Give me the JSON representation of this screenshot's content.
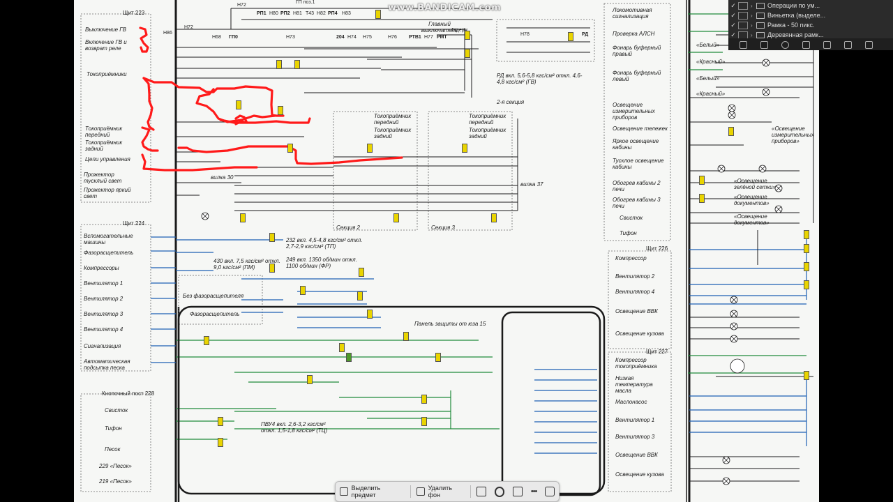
{
  "watermark": "www.BANDICAM.com",
  "diagram": {
    "left_panel_title": "Щит",
    "left_panel_num": "223",
    "left_labels": [
      "Выключение ГВ",
      "Включение ГВ и возврат реле",
      "Токоприёмники",
      "Токоприёмник передний",
      "Токоприёмник задний",
      "Цепи управления",
      "Прожектор тусклый свет",
      "Прожектор яркий свет"
    ],
    "left_panel2_title": "Щит",
    "left_panel2_num": "224",
    "left_labels2": [
      "Вспомогательные машины",
      "Фазорасщепитель",
      "Компрессоры",
      "Вентилятор 1",
      "Вентилятор 2",
      "Вентилятор 3",
      "Вентилятор 4",
      "Сигнализация",
      "Автоматическая подсыпка песка"
    ],
    "post_title": "Кнопочный пост 228",
    "post_labels": [
      "Свисток",
      "Тифон",
      "Песок"
    ],
    "bottom_labels": [
      "229 «Песок»",
      "219 «Песок»"
    ],
    "panel227": "Щит 227",
    "faz_labels": [
      "Без фазорасщепителя",
      "Фазорасщепитель"
    ],
    "panel_zu": "Панель защиты от юза 15",
    "section2": "Секция 2",
    "section3": "Секция 3",
    "section2nd": "2-я секция",
    "vilka30": "вилка 30",
    "vilka37": "вилка 37",
    "gv_label": "Главный выключатель",
    "rd_note": "РД  вкл. 5,6-5,8 кгс/см²  откл. 4,6-4,8 кгс/см²  (ГВ)",
    "tp_note": "232  вкл. 4,5-4,8 кгс/см²  откл. 2,7-2,9 кгс/см²  (ТП)",
    "pm_note": "430  вкл. 7,5 кгс/см²  откл. 9,0 кгс/см²  (ПМ)",
    "fr_note": "249  вкл. 1350 об/мин  откл. 1100 об/мин  (ФР)",
    "tc_note": "ПВУ4  вкл. 2,6-3,2 кгс/см²  откл. 1,5-1,8 кгс/см²  (ТЦ)",
    "tokopr_sec": [
      "Токоприёмник передний",
      "Токоприёмник задний"
    ],
    "right_labels": [
      "Локомотивная сигнализация",
      "Проверка АЛСН",
      "Фонарь буферный правый",
      "Фонарь буферный левый",
      "Освещение измерительных приборов",
      "Освещение тележек",
      "Яркое освещение кабины",
      "Тусклое освещение кабины",
      "Обогрев кабины 2 печи",
      "Обогрев кабины 3 печи",
      "Свисток",
      "Тифон"
    ],
    "right_panel226": "Щит 226",
    "right_labels2": [
      "Компрессор",
      "Вентилятор 2",
      "Вентилятор 4",
      "Освещение ВВК",
      "Освещение кузова"
    ],
    "right_panel227": "Щит 227",
    "right_labels3": [
      "Компрессор токоприёмника",
      "Низкая температура масла",
      "Маслонасос",
      "Вентилятор 1",
      "Вентилятор 3",
      "Освещение ВВК",
      "Освещение кузова"
    ],
    "lamp_notes": [
      "«Белый»",
      "«Красный»",
      "«Белый»",
      "«Красный»",
      "«Освещение зелёной сетки»",
      "«Освещение документов»",
      "«Освещение документов»",
      "«Освещение измерительных приборов»"
    ],
    "wire_top": [
      "Н72",
      "ГП поз.1",
      "РП1",
      "Н80",
      "РП2",
      "Н81",
      "Т43",
      "Н82",
      "РП4",
      "Н83",
      "Н86",
      "Н72",
      "Н68",
      "ГП0",
      "Н73",
      "204",
      "Н74",
      "Н75",
      "Н76",
      "РТВ1",
      "Н77",
      "РМТ",
      "4Удерж.",
      "Н78",
      "РД"
    ]
  },
  "photoshop": {
    "layers": [
      {
        "label": "Операции по ум..."
      },
      {
        "label": "Виньетка (выделе..."
      },
      {
        "label": "Рамка - 50 пикс."
      },
      {
        "label": "Деревянная рамк..."
      }
    ]
  },
  "toolbar": {
    "select_subject": "Выделить предмет",
    "remove_bg": "Удалить фон"
  },
  "colors": {
    "bg_scan": "#f6f7f5",
    "wire_black": "#1a1a1a",
    "wire_green": "#1f8a3a",
    "wire_blue": "#1c5fb3",
    "annotation_red": "#ff1a1a",
    "component_yellow": "#e9d400"
  }
}
